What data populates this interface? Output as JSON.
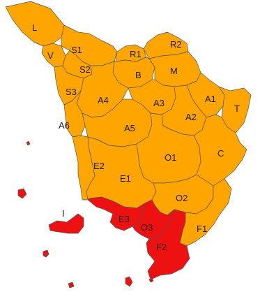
{
  "colors": {
    "orange": "#FFA500",
    "red": "#EE1111",
    "border": "#555555"
  },
  "zones": [
    {
      "id": "L",
      "label": "L",
      "level": "orange"
    },
    {
      "id": "S1",
      "label": "S1",
      "level": "orange"
    },
    {
      "id": "V",
      "label": "V",
      "level": "orange"
    },
    {
      "id": "S2",
      "label": "S2",
      "level": "orange"
    },
    {
      "id": "S3",
      "label": "S3",
      "level": "orange"
    },
    {
      "id": "R1",
      "label": "R1",
      "level": "orange"
    },
    {
      "id": "R2",
      "label": "R2",
      "level": "orange"
    },
    {
      "id": "B",
      "label": "B",
      "level": "orange"
    },
    {
      "id": "M",
      "label": "M",
      "level": "orange"
    },
    {
      "id": "A4",
      "label": "A4",
      "level": "orange"
    },
    {
      "id": "A3",
      "label": "A3",
      "level": "orange"
    },
    {
      "id": "A1",
      "label": "A1",
      "level": "orange"
    },
    {
      "id": "T",
      "label": "T",
      "level": "orange"
    },
    {
      "id": "A6",
      "label": "A6",
      "level": "orange"
    },
    {
      "id": "A5",
      "label": "A5",
      "level": "orange"
    },
    {
      "id": "A2",
      "label": "A2",
      "level": "orange"
    },
    {
      "id": "O1",
      "label": "O1",
      "level": "orange"
    },
    {
      "id": "C",
      "label": "C",
      "level": "orange"
    },
    {
      "id": "E2",
      "label": "E2",
      "level": "orange"
    },
    {
      "id": "E1",
      "label": "E1",
      "level": "orange"
    },
    {
      "id": "O2",
      "label": "O2",
      "level": "orange"
    },
    {
      "id": "F1",
      "label": "F1",
      "level": "orange"
    },
    {
      "id": "E3",
      "label": "E3",
      "level": "red"
    },
    {
      "id": "O3",
      "label": "O3",
      "level": "red"
    },
    {
      "id": "F2",
      "label": "F2",
      "level": "red"
    },
    {
      "id": "I",
      "label": "I",
      "level": "red"
    }
  ]
}
